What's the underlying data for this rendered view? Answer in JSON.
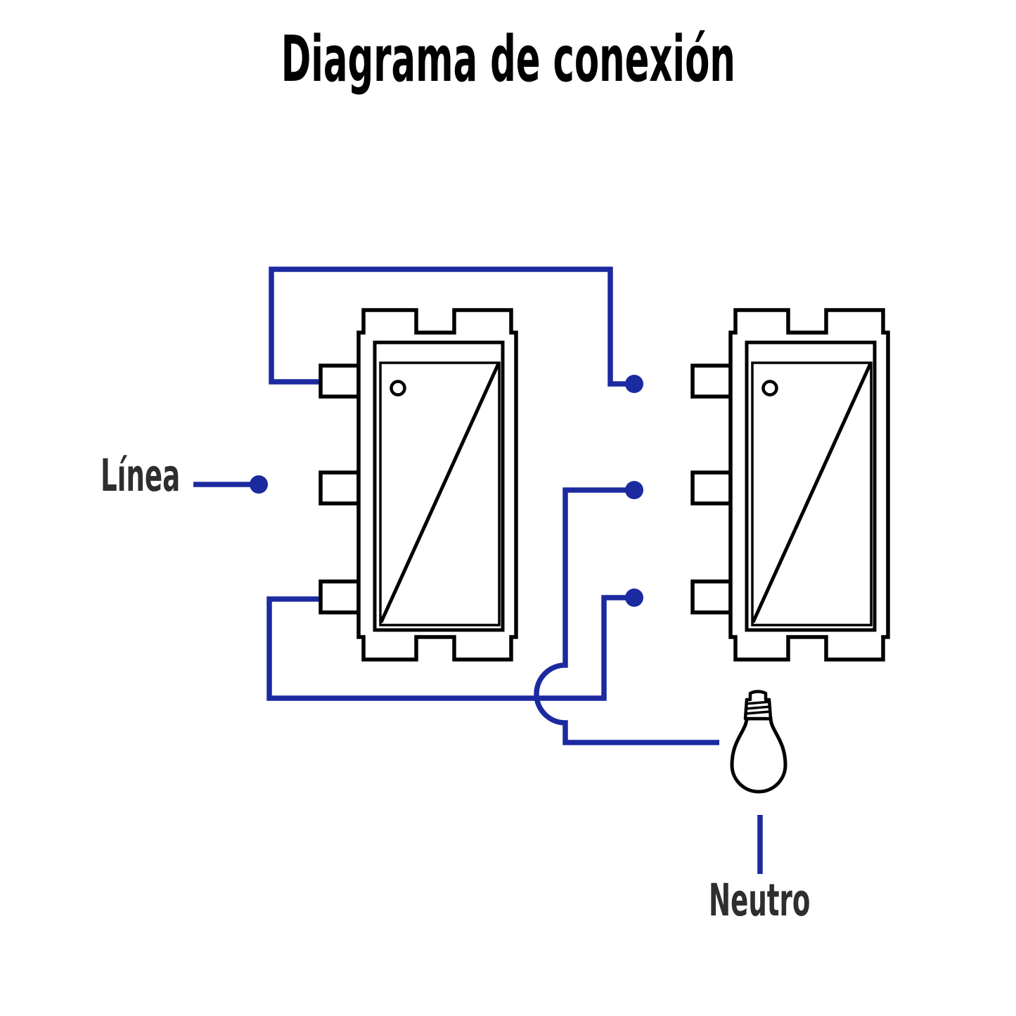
{
  "title": "Diagrama de conexión",
  "labels": {
    "line": "Línea",
    "neutral": "Neutro"
  },
  "colors": {
    "wire": "#1c2aa0",
    "outline": "#000000",
    "label_text": "#2e2e2e",
    "title_text": "#000000",
    "background": "#ffffff"
  }
}
